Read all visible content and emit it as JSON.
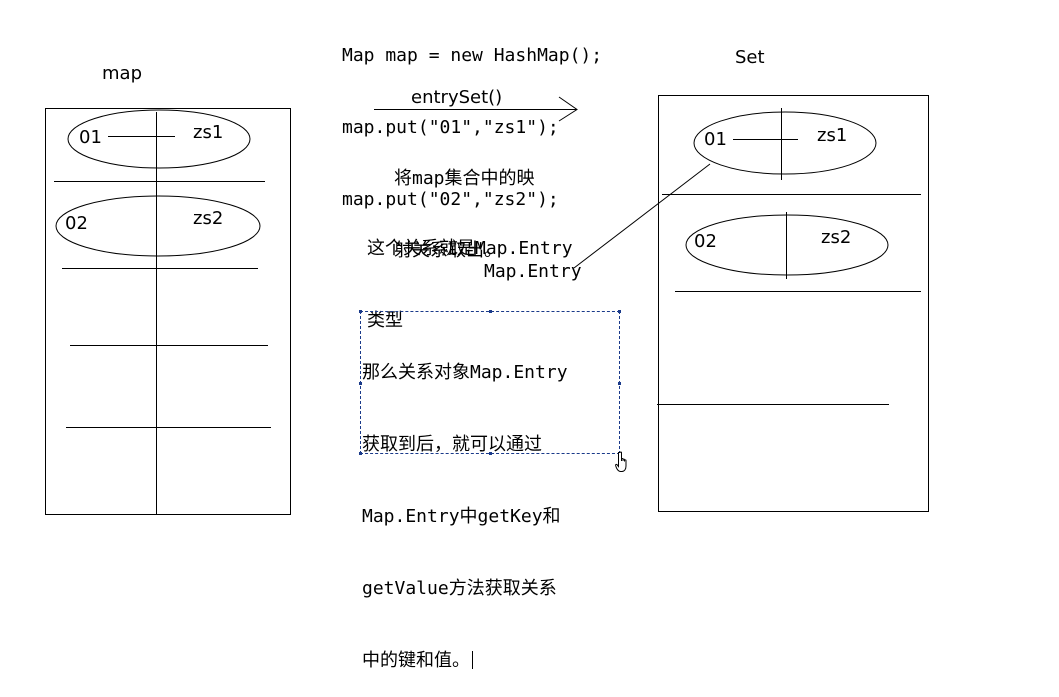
{
  "code": {
    "line1": "Map map = new HashMap();",
    "line2": "map.put(\"01\",\"zs1\");",
    "line3": "map.put(\"02\",\"zs2\");"
  },
  "map_box": {
    "title": "map",
    "entries": [
      {
        "key": "01",
        "value": "zs1"
      },
      {
        "key": "02",
        "value": "zs2"
      }
    ]
  },
  "set_box": {
    "title": "Set",
    "entries": [
      {
        "key": "01",
        "value": "zs1"
      },
      {
        "key": "02",
        "value": "zs2"
      }
    ]
  },
  "arrow": {
    "label": "entrySet()"
  },
  "notes": {
    "note1_line1": "将map集合中的映",
    "note1_line2": "射关系取出。",
    "note2_line1": "这个关系就是Map.Entry",
    "note2_line2": "类型",
    "pointer_label": "Map.Entry"
  },
  "textbox": {
    "line1": "那么关系对象Map.Entry",
    "line2": "获取到后，就可以通过",
    "line3": "Map.Entry中getKey和",
    "line4": "getValue方法获取关系",
    "line5": "中的键和值。"
  },
  "colors": {
    "stroke": "#000000",
    "selection": "#1a3a8a"
  }
}
